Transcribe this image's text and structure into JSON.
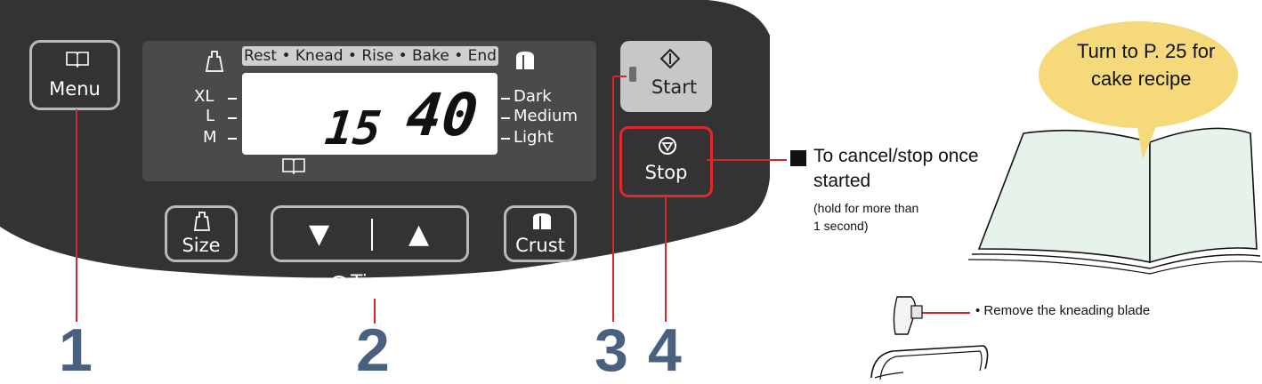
{
  "panel": {
    "menu_label": "Menu",
    "start_label": "Start",
    "stop_label": "Stop",
    "size_label": "Size",
    "crust_label": "Crust",
    "timer_label": "Timer",
    "progress_text": "Rest • Knead • Rise • Bake • End",
    "size_levels": [
      "XL",
      "L",
      "M"
    ],
    "crust_levels": [
      "Dark",
      "Medium",
      "Light"
    ],
    "display_left": "15",
    "display_right": "40",
    "down_symbol": "▼",
    "up_symbol": "▲",
    "icons": [
      "book-icon",
      "weight-icon",
      "bread-icon",
      "start-diamond-icon",
      "stop-circle-icon",
      "clock-icon"
    ]
  },
  "callouts": [
    "1",
    "2",
    "3",
    "4"
  ],
  "notes": {
    "stop_line1": "To cancel/stop once",
    "stop_line2": "started",
    "stop_detail_line1": "(hold for more than",
    "stop_detail_line2": "1 second)",
    "recipe_line1": "Turn to P. 25 for",
    "recipe_line2": "cake recipe",
    "blade_note": "• Remove the kneading blade"
  },
  "colors": {
    "panel": "#333333",
    "lcd_bg": "#4a4a4a",
    "callout": "#4a607f",
    "leader_line": "#d9262a",
    "stop_highlight": "#e0282e",
    "bubble": "#f6d97a",
    "book": "#e6f2ea"
  }
}
